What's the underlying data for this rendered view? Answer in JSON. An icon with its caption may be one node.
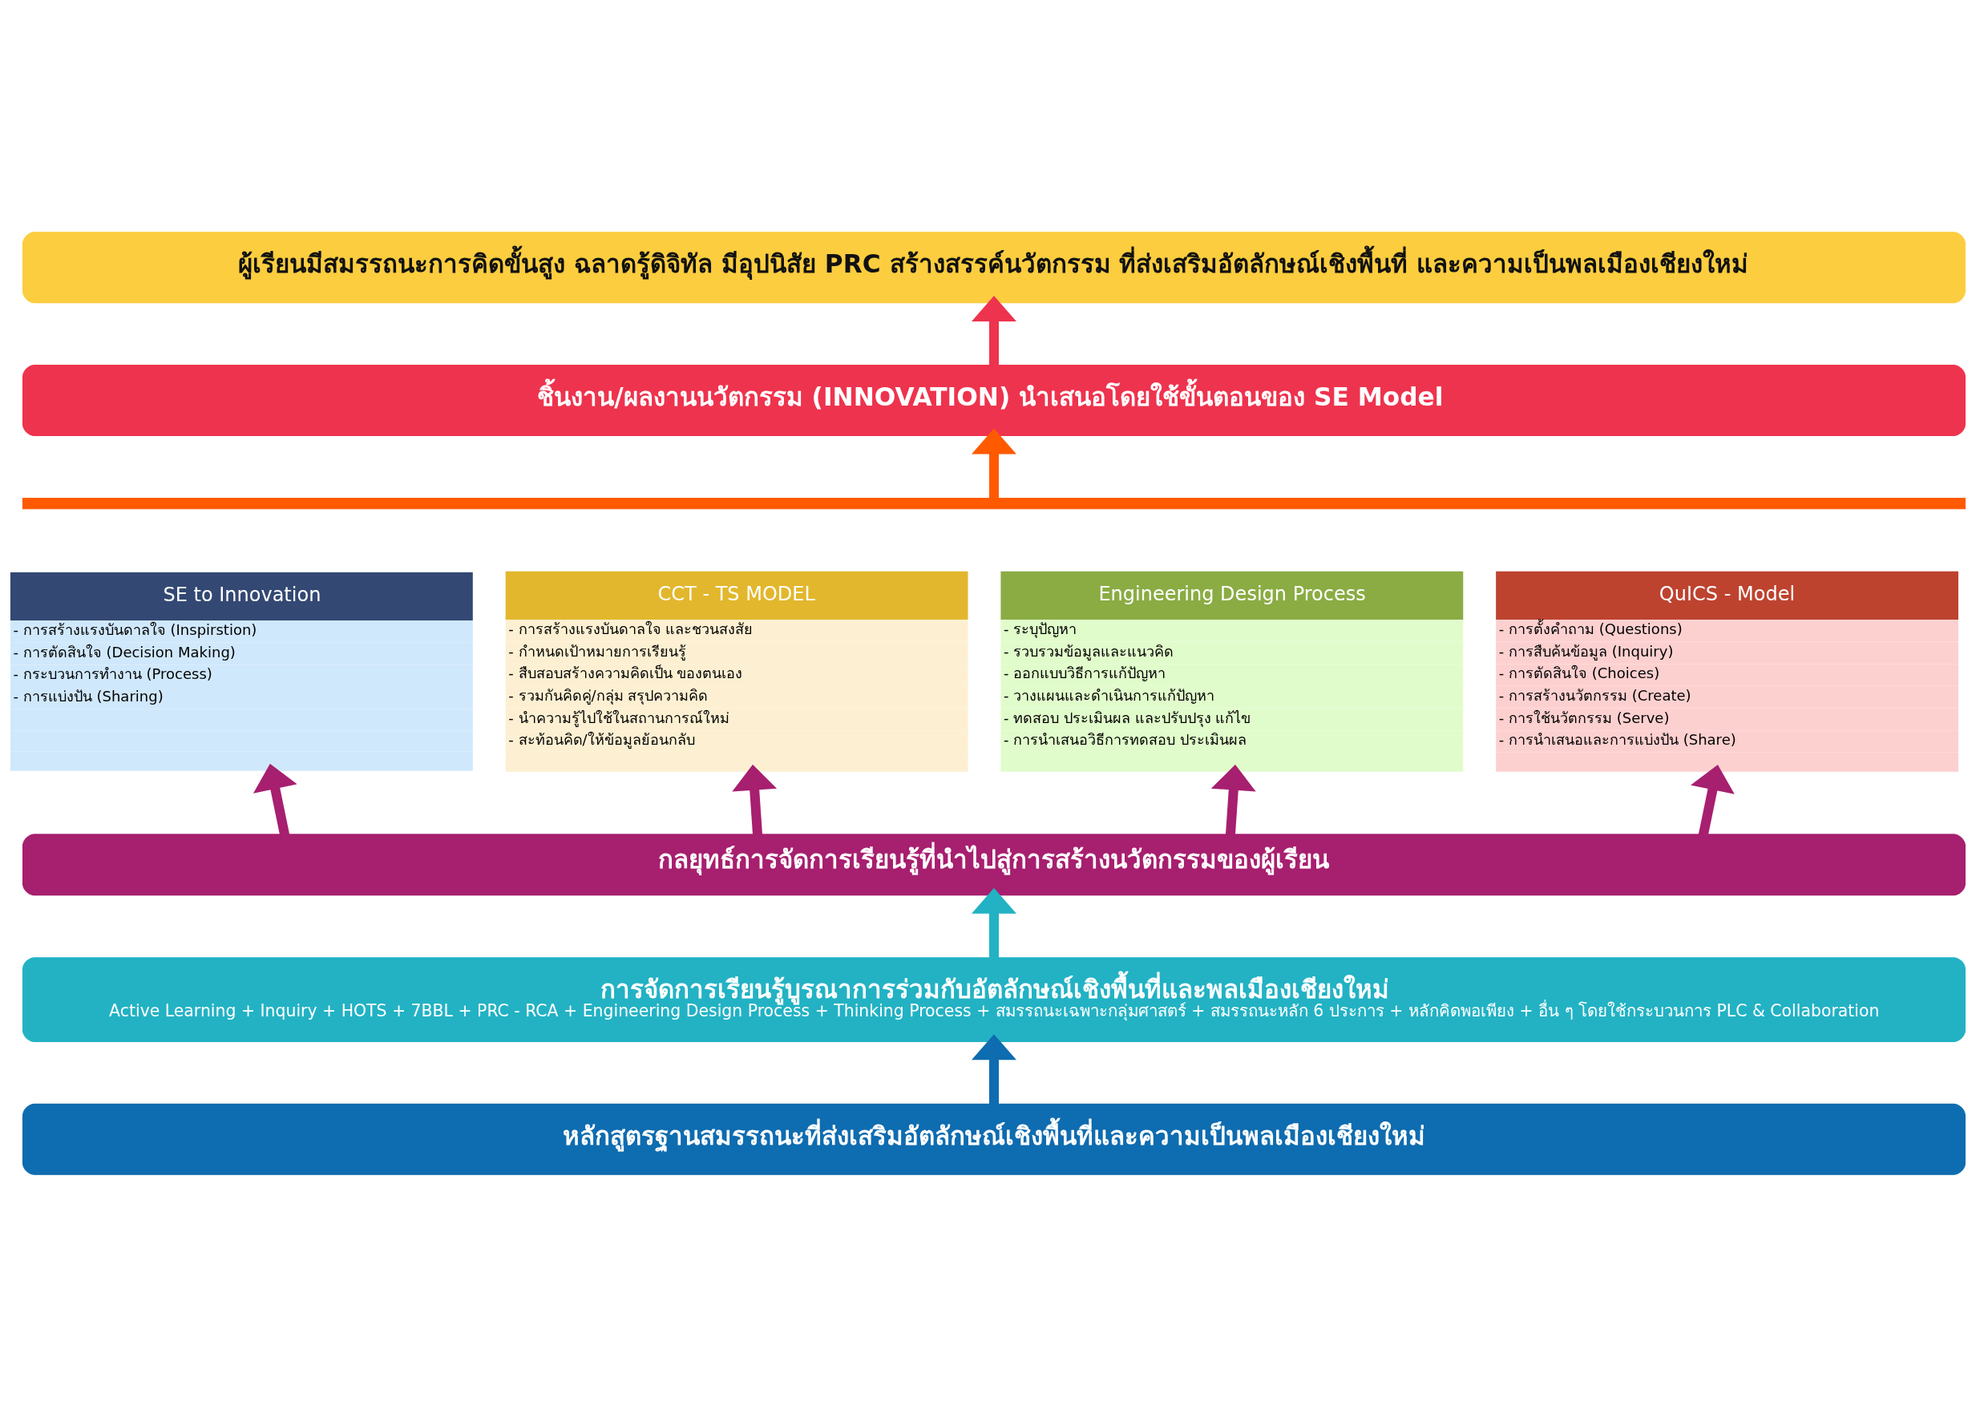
{
  "diagram": {
    "nodes": [
      {
        "text": [
          "ผู้เรียนมีสมรรถนะการคิดขั้นสูง ฉลาดรู้ดิจิทัล มีอุปนิสัย PRC สร้างสรรค์นวัตกรรม ที่ส่งเสริมอัตลักษณ์เชิงพื้นที่ และความเป็นพลเมืองเชียงใหม่"
        ]
      },
      {
        "text": [
          "ชิ้นงาน/ผลงานนวัตกรรม (INNOVATION) นำเสนอโดยใช้ขั้นตอนของ SE Model"
        ]
      },
      {
        "text": [],
        "shape": "bar"
      },
      {
        "text": [
          "SE to Innovation",
          "- การสร้างแรงบันดาลใจ (Inspirstion)",
          "- การตัดสินใจ (Decision Making)",
          "- กระบวนการทำงาน (Process)",
          "- การแบ่งปัน (Sharing)"
        ]
      },
      {
        "text": [
          "CCT - TS MODEL",
          "- การสร้างแรงบันดาลใจ และชวนสงสัย",
          "- กำหนดเป้าหมายการเรียนรู้",
          "- สืบสอบสร้างความคิดเป็น ของตนเอง",
          "- รวมกันคิดคู่/กลุ่ม สรุปความคิด",
          "- นำความรู้ไปใช้ในสถานการณ์ใหม่",
          "- สะท้อนคิด/ให้ข้อมูลย้อนกลับ"
        ]
      },
      {
        "text": [
          "Engineering Design Process",
          "- ระบุปัญหา",
          "- รวบรวมข้อมูลและแนวคิด",
          "- ออกแบบวิธีการแก้ปัญหา",
          "- วางแผนและดำเนินการแก้ปัญหา",
          "- ทดสอบ ประเมินผล และปรับปรุง แก้ไข",
          "- การนำเสนอวิธีการทดสอบ ประเมินผล"
        ]
      },
      {
        "text": [
          "QuICS - Model",
          "- การตั้งคำถาม (Questions)",
          "- การสืบค้นข้อมูล (Inquiry)",
          "- การตัดสินใจ (Choices)",
          "- การสร้างนวัตกรรม (Create)",
          "- การใช้นวัตกรรม (Serve)",
          "- การนำเสนอและการแบ่งปัน (Share)"
        ]
      },
      {
        "text": [
          "กลยุทธ์การจัดการเรียนรู้ที่นำไปสู่การสร้างนวัตกรรมของผู้เรียน"
        ]
      },
      {
        "text": [
          "การจัดการเรียนรู้บูรณาการร่วมกับอัตลักษณ์เชิงพื้นที่และพลเมืองเชียงใหม่",
          "Active Learning + Inquiry + HOTS + 7BBL + PRC - RCA + Engineering Design Process + Thinking Process + สมรรถนะเฉพาะกลุ่มศาสตร์ + สมรรถนะหลัก 6 ประการ + หลักคิดพอเพียง + อื่น ๆ โดยใช้กระบวนการ PLC & Collaboration"
        ]
      },
      {
        "text": [
          "หลักสูตรฐานสมรรถนะที่ส่งเสริมอัตลักษณ์เชิงพื้นที่และความเป็นพลเมืองเชียงใหม่"
        ]
      }
    ],
    "edges": [
      {
        "from": 9,
        "to": 8,
        "arrow": "to",
        "color": "#0e6cb0"
      },
      {
        "from": 8,
        "to": 7,
        "arrow": "to",
        "color": "#22b2c4"
      },
      {
        "from": 7,
        "to": 3,
        "arrow": "to"
      },
      {
        "from": 7,
        "to": 4,
        "arrow": "to"
      },
      {
        "from": 7,
        "to": 5,
        "arrow": "to"
      },
      {
        "from": 7,
        "to": 6,
        "arrow": "to"
      },
      {
        "from": 2,
        "to": 1,
        "arrow": "to",
        "color": "#ff5a00"
      },
      {
        "from": 1,
        "to": 0,
        "arrow": "to",
        "color": "#ee334e"
      }
    ]
  }
}
